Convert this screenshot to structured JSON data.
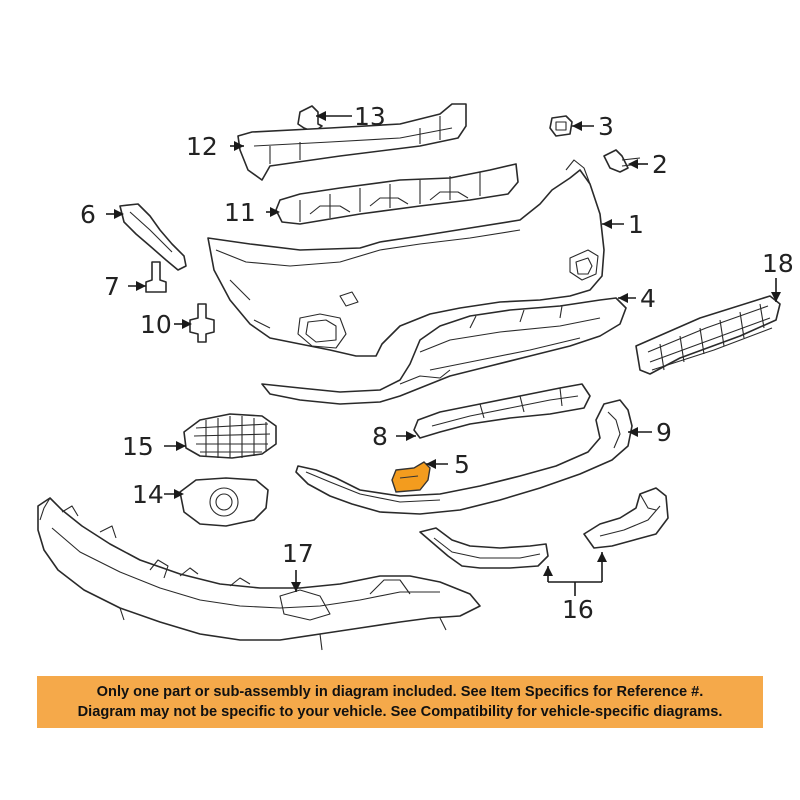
{
  "callouts": {
    "c1": "1",
    "c2": "2",
    "c3": "3",
    "c4": "4",
    "c5": "5",
    "c6": "6",
    "c7": "7",
    "c8": "8",
    "c9": "9",
    "c10": "10",
    "c11": "11",
    "c12": "12",
    "c13": "13",
    "c14": "14",
    "c15": "15",
    "c16": "16",
    "c17": "17",
    "c18": "18"
  },
  "notice": {
    "line1": "Only one part or sub-assembly in diagram included. See Item Specifics for Reference #.",
    "line2": "Diagram may not be specific to your vehicle. See Compatibility for vehicle-specific diagrams."
  },
  "colors": {
    "highlight": "#f39c1e",
    "notice_background": "#f5a94a"
  }
}
